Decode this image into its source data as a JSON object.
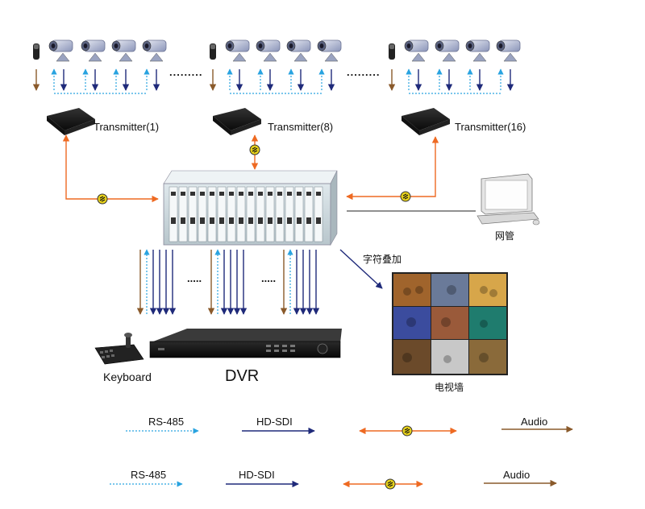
{
  "transmitters": [
    {
      "label": "Transmitter(1)"
    },
    {
      "label": "Transmitter(8)"
    },
    {
      "label": "Transmitter(16)"
    }
  ],
  "ellipsis": {
    "top": ".........",
    "bottom": "....."
  },
  "nms": {
    "label": "网管"
  },
  "osd": {
    "label": "字符叠加"
  },
  "video_wall": {
    "label": "电视墙"
  },
  "keyboard": {
    "label": "Keyboard"
  },
  "dvr": {
    "label": "DVR"
  },
  "legend_rows": [
    [
      {
        "label": "RS-485"
      },
      {
        "label": "HD-SDI"
      },
      {
        "label": ""
      },
      {
        "label": "Audio"
      }
    ],
    [
      {
        "label": "RS-485"
      },
      {
        "label": "HD-SDI"
      },
      {
        "label": ""
      },
      {
        "label": "Audio"
      }
    ]
  ],
  "colors": {
    "rs485": "#29a3e0",
    "hdsdi": "#1f2a7a",
    "fiber": "#ee6a22",
    "audio": "#8a5a2b",
    "fiber_icon": "#e8d21a"
  }
}
